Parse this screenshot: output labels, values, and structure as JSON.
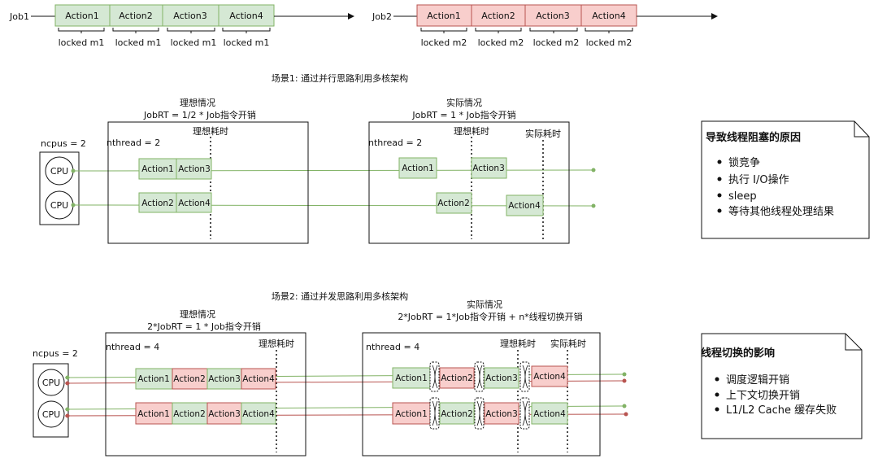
{
  "top": {
    "job1": {
      "label": "Job1",
      "actions": [
        "Action1",
        "Action2",
        "Action3",
        "Action4"
      ],
      "locks": [
        "locked m1",
        "locked m1",
        "locked m1",
        "locked m1"
      ]
    },
    "job2": {
      "label": "Job2",
      "actions": [
        "Action1",
        "Action2",
        "Action3",
        "Action4"
      ],
      "locks": [
        "locked m2",
        "locked m2",
        "locked m2",
        "locked m2"
      ]
    }
  },
  "scene1": {
    "title": "场景1: 通过并行思路利用多核架构",
    "ncpus": "ncpus = 2",
    "cpu": "CPU",
    "ideal": {
      "title": "理想情况",
      "formula": "JobRT = 1/2 * Job指令开销",
      "nthread": "nthread = 2",
      "time": "理想耗时",
      "row1": [
        "Action1",
        "Action3"
      ],
      "row2": [
        "Action2",
        "Action4"
      ]
    },
    "actual": {
      "title": "实际情况",
      "formula": "JobRT = 1 * Job指令开销",
      "nthread": "nthread = 2",
      "ideal_time": "理想耗时",
      "actual_time": "实际耗时",
      "row1": [
        "Action1",
        "Action3"
      ],
      "row2": [
        "Action2",
        "Action4"
      ]
    }
  },
  "scene2": {
    "title": "场景2: 通过并发思路利用多核架构",
    "ncpus": "ncpus = 2",
    "cpu": "CPU",
    "ideal": {
      "title": "理想情况",
      "formula": "2*JobRT = 1 * Job指令开销",
      "nthread": "nthread = 4",
      "time": "理想耗时",
      "row1": [
        "Action1",
        "Action2",
        "Action3",
        "Action4"
      ],
      "row2": [
        "Action1",
        "Action2",
        "Action3",
        "Action4"
      ]
    },
    "actual": {
      "title": "实际情况",
      "formula": "2*JobRT = 1*Job指令开销 + n*线程切换开销",
      "nthread": "nthread = 4",
      "ideal_time": "理想耗时",
      "actual_time": "实际耗时",
      "row1": [
        "Action1",
        "Action2",
        "Action3",
        "Action4"
      ],
      "row2": [
        "Action1",
        "Action2",
        "Action3",
        "Action4"
      ]
    }
  },
  "note1": {
    "title": "导致线程阻塞的原因",
    "items": [
      "锁竞争",
      "执行 I/O操作",
      "sleep",
      "等待其他线程处理结果"
    ]
  },
  "note2": {
    "title": "线程切换的影响",
    "items": [
      "调度逻辑开销",
      "上下文切换开销",
      "L1/L2 Cache 缓存失败"
    ]
  },
  "colors": {
    "green_fill": "#d5e8d4",
    "green_stroke": "#82b366",
    "red_fill": "#f8cecc",
    "red_stroke": "#b85450"
  }
}
